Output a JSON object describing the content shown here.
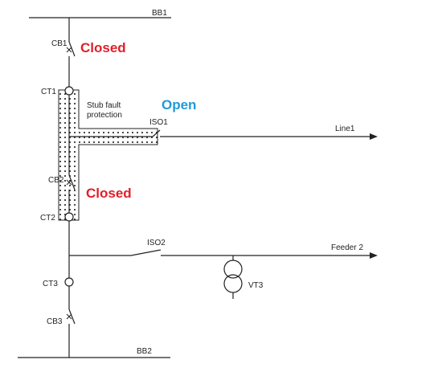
{
  "busbars": {
    "top": "BB1",
    "bottom": "BB2"
  },
  "breakers": {
    "cb1": "CB1",
    "cb2": "CB2",
    "cb3": "CB3"
  },
  "current_transformers": {
    "ct1": "CT1",
    "ct2": "CT2",
    "ct3": "CT3"
  },
  "isolators": {
    "iso1": "ISO1",
    "iso2": "ISO2"
  },
  "lines": {
    "line1": "Line1",
    "feeder2": "Feeder 2"
  },
  "voltage_transformer": "VT3",
  "zone": {
    "line_a": "Stub fault",
    "line_b": "protection"
  },
  "states": {
    "cb1": "Closed",
    "iso1": "Open",
    "cb2": "Closed"
  },
  "colors": {
    "closed": "#e0202a",
    "open": "#1f9ad6",
    "line": "#222222"
  }
}
